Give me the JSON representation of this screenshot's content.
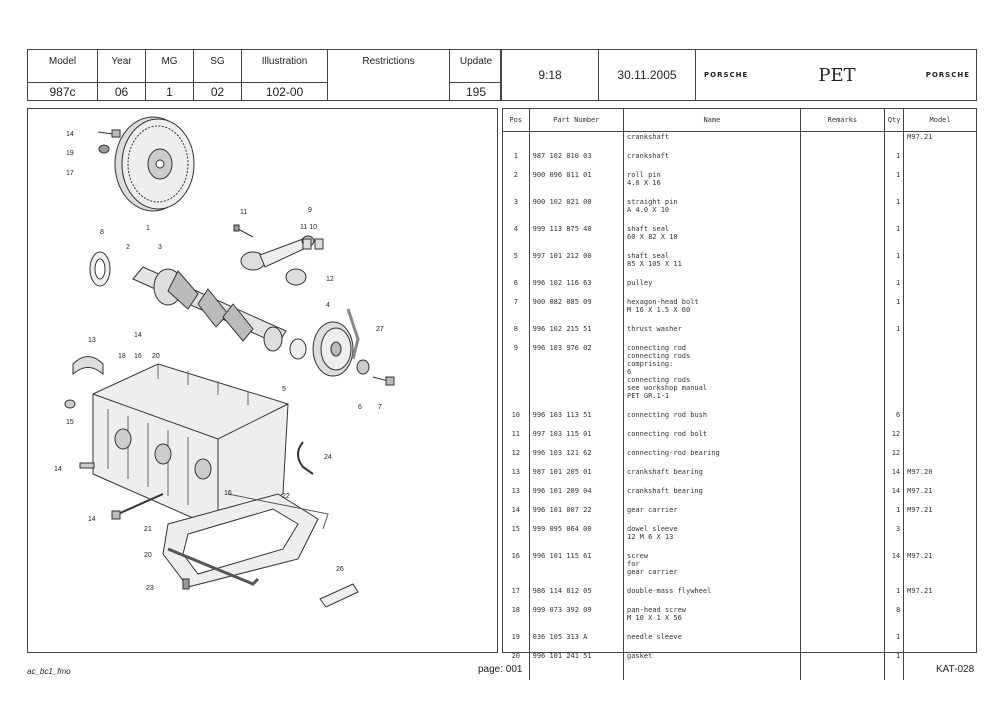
{
  "header": {
    "model_label": "Model",
    "model_value": "987c",
    "year_label": "Year",
    "year_value": "06",
    "mg_label": "MG",
    "mg_value": "1",
    "sg_label": "SG",
    "sg_value": "02",
    "illustration_label": "Illustration",
    "illustration_value": "102-00",
    "restrictions_label": "Restrictions",
    "update_label": "Update",
    "update_value": "195",
    "time": "9:18",
    "date": "30.11.2005",
    "brand_left": "PORSCHE",
    "pet": "PET",
    "brand_right": "PORSCHE"
  },
  "table": {
    "headers": [
      "Pos",
      "Part Number",
      "Name",
      "Remarks",
      "Qty",
      "Model"
    ],
    "rows": [
      {
        "pos": "",
        "part": "",
        "name": "crankshaft",
        "remarks": "",
        "qty": "",
        "model": "M97.21"
      },
      {
        "pos": "1",
        "part": "987 102 010 03",
        "name": "crankshaft",
        "remarks": "",
        "qty": "1",
        "model": ""
      },
      {
        "pos": "2",
        "part": "900 096 011 01",
        "name": "roll pin\n4.0 X 16",
        "remarks": "",
        "qty": "1",
        "model": ""
      },
      {
        "pos": "3",
        "part": "900 102 021 00",
        "name": "straight pin\nA 4.0 X 10",
        "remarks": "",
        "qty": "1",
        "model": ""
      },
      {
        "pos": "4",
        "part": "999 113 875 40",
        "name": "shaft seal\n60 X 82 X 10",
        "remarks": "",
        "qty": "1",
        "model": ""
      },
      {
        "pos": "5",
        "part": "997 101 212 00",
        "name": "shaft seal\n85 X 105 X 11",
        "remarks": "",
        "qty": "1",
        "model": ""
      },
      {
        "pos": "6",
        "part": "996 102 116 63",
        "name": "pulley",
        "remarks": "",
        "qty": "1",
        "model": ""
      },
      {
        "pos": "7",
        "part": "900 082 085 09",
        "name": "hexagon-head bolt\nM 16 X 1.5 X 60",
        "remarks": "",
        "qty": "1",
        "model": ""
      },
      {
        "pos": "8",
        "part": "996 102 215 51",
        "name": "thrust washer",
        "remarks": "",
        "qty": "1",
        "model": ""
      },
      {
        "pos": "9",
        "part": "996 103 976 02",
        "name": "connecting rod\nconnecting rods\ncomprising:\n6\nconnecting rods\nsee workshop manual\nPET GR.1-1",
        "remarks": "",
        "qty": "",
        "model": ""
      },
      {
        "pos": "10",
        "part": "996 103 113 51",
        "name": "connecting rod bush",
        "remarks": "",
        "qty": "6",
        "model": ""
      },
      {
        "pos": "11",
        "part": "997 103 115 01",
        "name": "connecting rod bolt",
        "remarks": "",
        "qty": "12",
        "model": ""
      },
      {
        "pos": "12",
        "part": "996 103 121 62",
        "name": "connecting-rod bearing",
        "remarks": "",
        "qty": "12",
        "model": ""
      },
      {
        "pos": "13",
        "part": "987 101 205 01",
        "name": "crankshaft bearing",
        "remarks": "",
        "qty": "14",
        "model": "M97.20"
      },
      {
        "pos": "13",
        "part": "996 101 209 04",
        "name": "crankshaft bearing",
        "remarks": "",
        "qty": "14",
        "model": "M97.21"
      },
      {
        "pos": "14",
        "part": "996 101 007 22",
        "name": "gear carrier",
        "remarks": "",
        "qty": "1",
        "model": "M97.21"
      },
      {
        "pos": "15",
        "part": "999 095 064 00",
        "name": "dowel sleeve\n12 M 6 X 13",
        "remarks": "",
        "qty": "3",
        "model": ""
      },
      {
        "pos": "16",
        "part": "996 101 115 61",
        "name": "screw\nfor\ngear carrier",
        "remarks": "",
        "qty": "14",
        "model": "M97.21"
      },
      {
        "pos": "17",
        "part": "986 114 012 05",
        "name": "double-mass flywheel",
        "remarks": "",
        "qty": "1",
        "model": "M97.21"
      },
      {
        "pos": "18",
        "part": "999 073 392 09",
        "name": "pan-head screw\nM 10 X 1 X 56",
        "remarks": "",
        "qty": "8",
        "model": ""
      },
      {
        "pos": "19",
        "part": "036 105 313 A",
        "name": "needle sleeve",
        "remarks": "",
        "qty": "1",
        "model": ""
      },
      {
        "pos": "20",
        "part": "996 101 241 51",
        "name": "gasket",
        "remarks": "",
        "qty": "1",
        "model": ""
      }
    ]
  },
  "diagram": {
    "callouts": [
      "14",
      "19",
      "17",
      "11",
      "8",
      "9",
      "1",
      "2",
      "3",
      "11 10",
      "12",
      "4",
      "27",
      "13",
      "14",
      "18",
      "16",
      "20",
      "5",
      "6",
      "7",
      "15",
      "24",
      "16",
      "14",
      "22",
      "21",
      "20",
      "23",
      "26"
    ]
  },
  "footer": {
    "left": "ac_bc1_fmo",
    "center": "page: 001",
    "right": "KAT-028"
  }
}
